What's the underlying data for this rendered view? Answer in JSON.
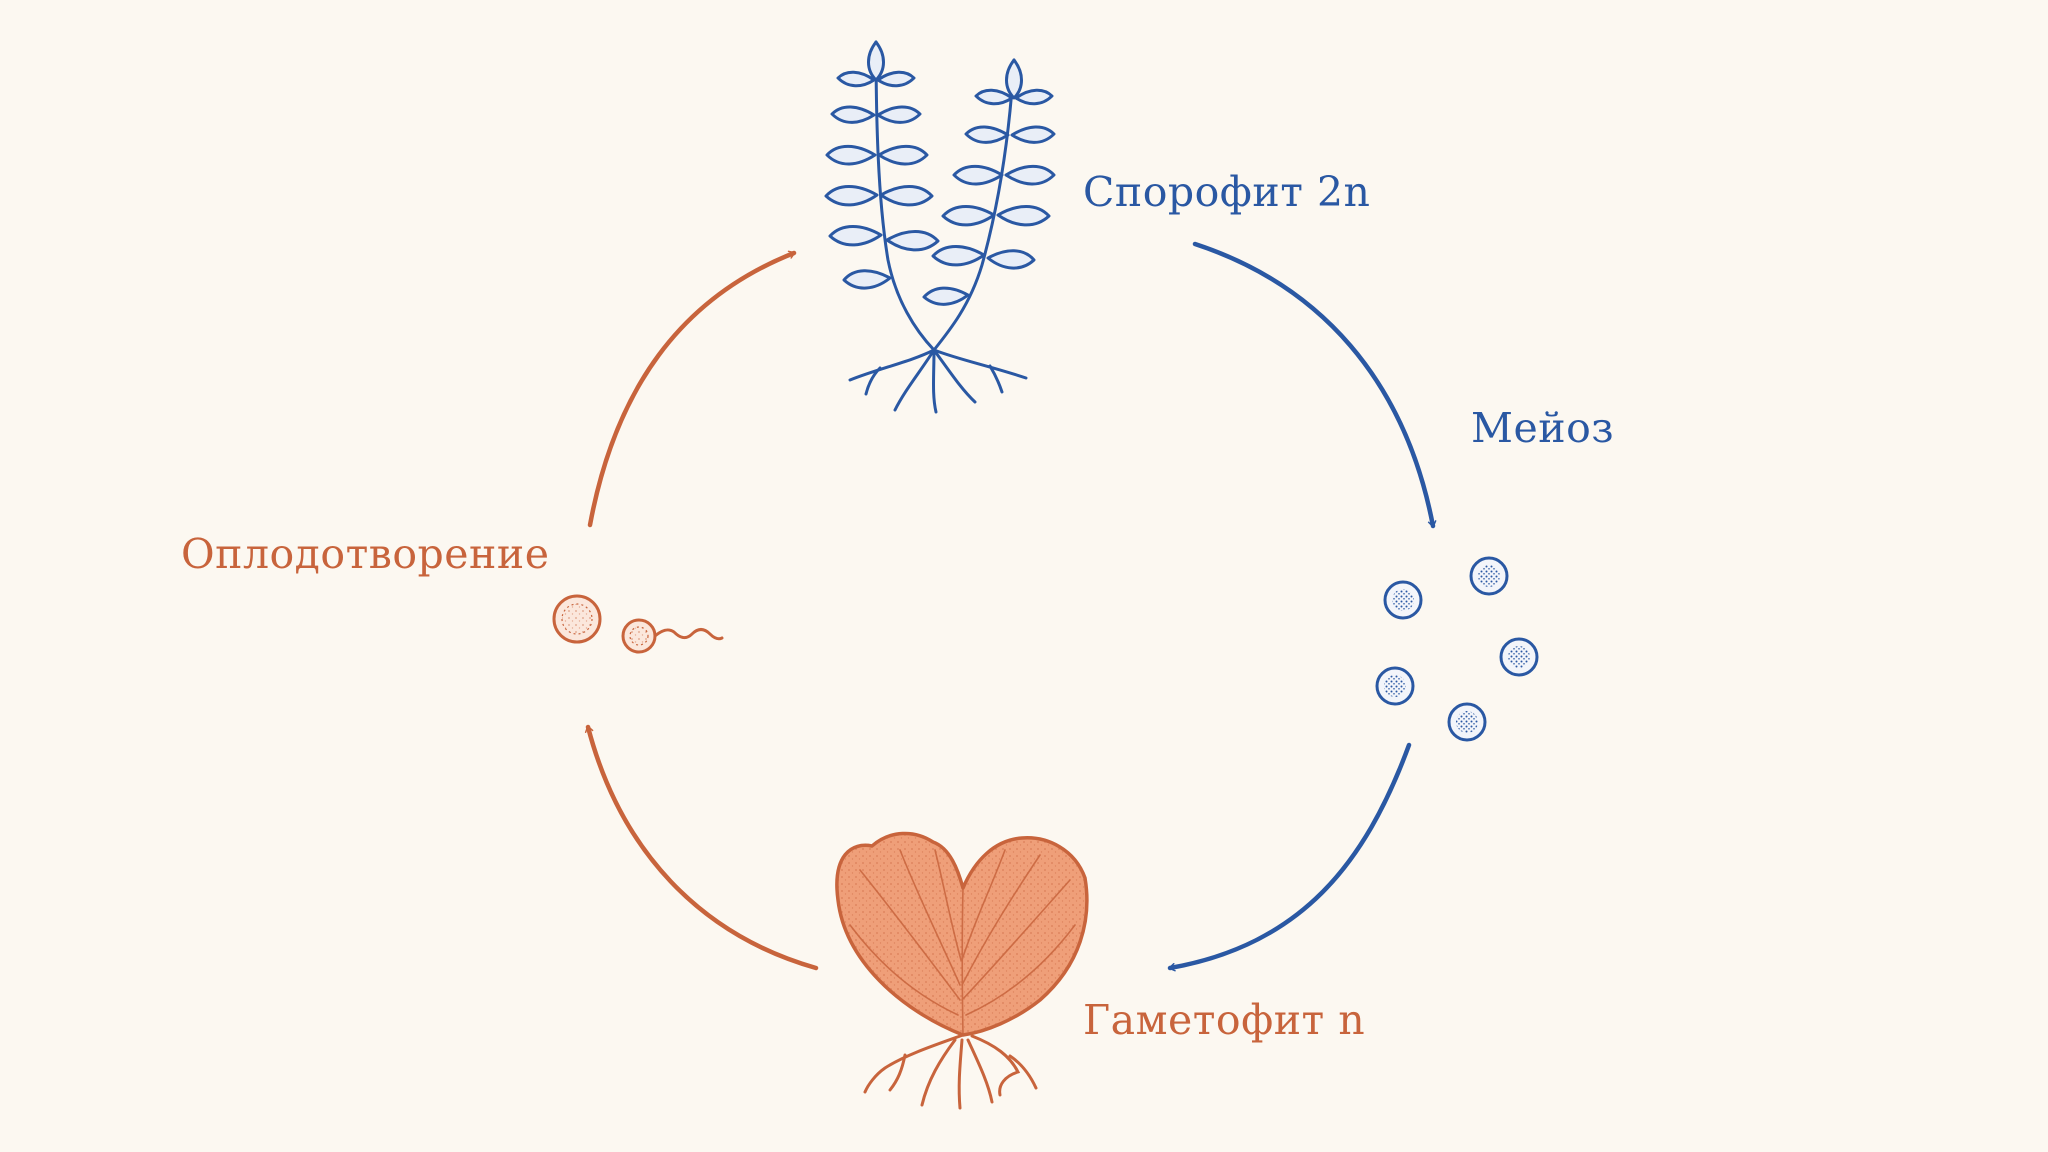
{
  "colors": {
    "background": "#fcf8f1",
    "sporophyte_blue": "#2a58a3",
    "gametophyte_orange": "#c8643c",
    "gametophyte_fill": "#ef9f79"
  },
  "labels": {
    "sporophyte": "Спорофит 2n",
    "meiosis": "Мейоз",
    "gametophyte": "Гаметофит n",
    "fertilization": "Оплодотворение"
  },
  "icons": {
    "sporophyte": "fern-sporophyte-icon",
    "spores": "spore-icon",
    "gametophyte": "heart-shaped-prothallus-icon",
    "gametes": "egg-and-sperm-icon"
  }
}
